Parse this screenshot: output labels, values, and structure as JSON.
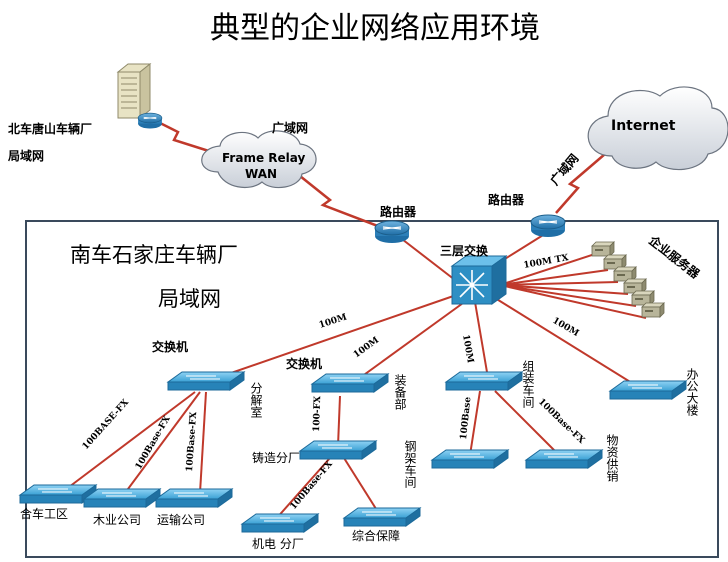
{
  "title": "典型的企业网络应用环境",
  "beijing": {
    "line1": "北车唐山车辆厂",
    "line2": "局域网"
  },
  "wan": {
    "frame_relay_line1": "Frame Relay",
    "frame_relay_line2": "WAN",
    "wan_label_left": "广域网",
    "wan_label_right": "广域网",
    "internet": "Internet"
  },
  "routers": {
    "left": "路由器",
    "right": "路由器"
  },
  "campus": {
    "line1": "南车石家庄车辆厂",
    "line2": "局域网"
  },
  "core": {
    "label": "三层交换",
    "tx_label": "100M  TX"
  },
  "servers": {
    "label": "企业服务器"
  },
  "switch_labels": {
    "left": "交换机",
    "mid": "交换机"
  },
  "speeds": {
    "core_left": "100M",
    "core_mid": "100M",
    "core_right": "100M",
    "core_office": "100M",
    "fx1": "100BASE-FX",
    "fx2": "100Base-FX",
    "fx3": "100Base-FX",
    "mid_down": "100-FX",
    "cast_down": "100Base-FX",
    "assy_left": "100Base",
    "assy_right": "100Base-FX"
  },
  "departments": {
    "fenjieshi": "分解室",
    "zhuangbeibu": "装备部",
    "zuzhuang": "组装车间",
    "bangong": "办公大楼",
    "gangjia": "钢架车间",
    "wuzi": "物资供销",
    "hecheng": "合车工区",
    "muye": "木业公司",
    "yunshu": "运输公司",
    "zhuzao": "铸造分厂",
    "jidian": "机电 分厂",
    "zonghe": "综合保障"
  },
  "colors": {
    "link": "#c0392b",
    "campus_border": "#3a4a5c",
    "switch_blue": "#2e8fc4",
    "server": "#b8b59a"
  }
}
